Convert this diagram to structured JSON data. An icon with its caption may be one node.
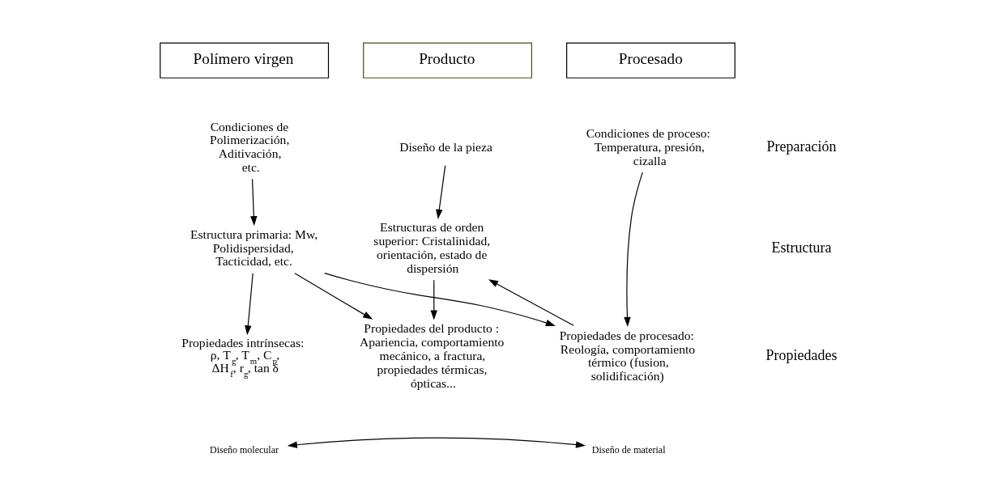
{
  "diagram": {
    "nodes": [
      {
        "text": [
          "Polímero virgen"
        ]
      },
      {
        "text": [
          "Procesado"
        ]
      },
      {
        "text": [
          "Producto"
        ]
      },
      {
        "text": [
          "Condiciones de Polimerización, Aditivación, etc."
        ]
      },
      {
        "text": [
          "Condiciones de proceso: Temperatura, presión, cizalla"
        ]
      },
      {
        "text": [
          "Diseño de la pieza"
        ]
      },
      {
        "text": [
          "Estructura primaria: Mw, Polidispersidad, Tacticidad, etc."
        ]
      },
      {
        "text": [
          "Estructuras de orden superior: Cristalinidad, orientación, estado de dispersión"
        ]
      },
      {
        "text": [
          "Propiedades intrínsecas: ρ, T$_{g}$, T$_{m}$, C$_{p}$, ΔH$_{f}$, r$_{g}$, tan δ"
        ]
      },
      {
        "text": [
          "Propiedades de procesado: Reología, comportamiento térmico (fusion, solidificación)"
        ]
      },
      {
        "text": [
          "Propiedades del producto : Apariencia, comportamiento mecánico, a fractura, propiedades térmicas, ópticas..."
        ]
      },
      {
        "text": [
          "Diseño molecular"
        ]
      },
      {
        "text": [
          "Diseño de material"
        ]
      }
    ],
    "edges": [
      {
        "from": 3,
        "to": 6,
        "arrow": "to"
      },
      {
        "from": 6,
        "to": 8,
        "arrow": "to"
      },
      {
        "from": 6,
        "to": 9,
        "arrow": "to"
      },
      {
        "from": 6,
        "to": 10,
        "arrow": "to"
      },
      {
        "from": 4,
        "to": 9,
        "arrow": "to"
      },
      {
        "from": 9,
        "to": 7,
        "arrow": "to"
      },
      {
        "from": 5,
        "to": 7,
        "arrow": "to"
      },
      {
        "from": 7,
        "to": 10,
        "arrow": "to"
      },
      {
        "from": 11,
        "to": 12,
        "arrow": "both"
      }
    ],
    "labels": [
      "Preparación",
      "Estructura",
      "Propiedades"
    ]
  }
}
